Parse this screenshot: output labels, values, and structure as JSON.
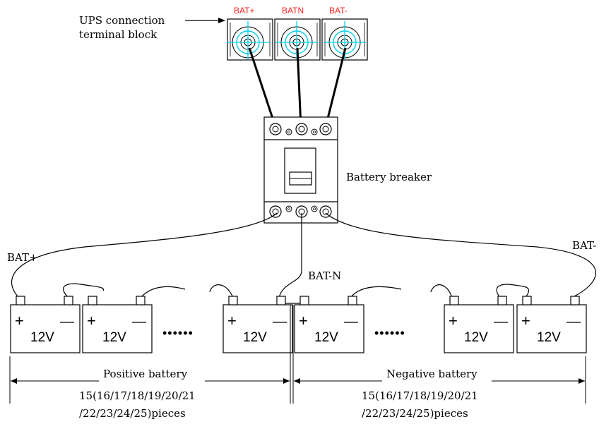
{
  "ups_label": [
    "UPS connection",
    "terminal block"
  ],
  "terminals": [
    "BAT+",
    "BATN",
    "BAT-"
  ],
  "breaker_label": "Battery breaker",
  "cable_labels": {
    "bat_plus": "BAT+",
    "bat_n": "BAT-N",
    "bat_minus": "BAT-"
  },
  "battery": {
    "voltage": "12V",
    "plus": "+",
    "minus": "—"
  },
  "ellipsis": "••••••",
  "groups": [
    {
      "name": "Positive battery",
      "count": [
        "15(16/17/18/19/20/21",
        "/22/23/24/25)pieces"
      ]
    },
    {
      "name": "Negative battery",
      "count": [
        "15(16/17/18/19/20/21",
        "/22/23/24/25)pieces"
      ]
    }
  ],
  "colors": {
    "terminal_text": "#ff2020",
    "crosshair": "#00d0e8",
    "line": "#000000"
  }
}
